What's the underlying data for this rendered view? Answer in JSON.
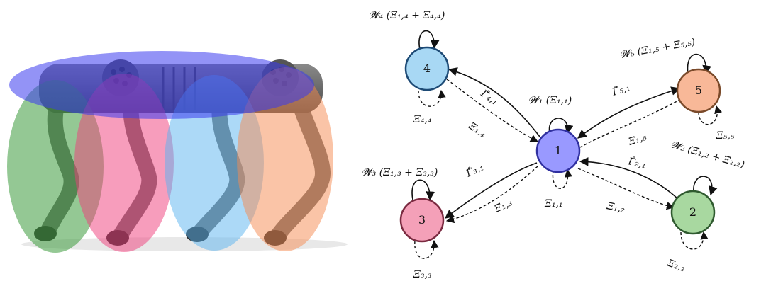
{
  "diagram": {
    "nodes": [
      {
        "id": "1",
        "label": "1",
        "fill": "#9999ff",
        "stroke": "#3030a0"
      },
      {
        "id": "2",
        "label": "2",
        "fill": "#a8d8a0",
        "stroke": "#2f5a2f"
      },
      {
        "id": "3",
        "label": "3",
        "fill": "#f4a0b8",
        "stroke": "#7a2a40"
      },
      {
        "id": "4",
        "label": "4",
        "fill": "#a8d8f4",
        "stroke": "#1d4a75"
      },
      {
        "id": "5",
        "label": "5",
        "fill": "#f8b898",
        "stroke": "#7a4a2a"
      }
    ],
    "labels": {
      "w1": "𝓦₁ (Ξ₁,₁)",
      "w2": "𝓦₂ (Ξ₁,₂ + Ξ₂,₂)",
      "w3": "𝓦₃ (Ξ₁,₃ + Ξ₃,₃)",
      "w4": "𝓦₄ (Ξ₁,₄ + Ξ₄,₄)",
      "w5": "𝓦₅ (Ξ₁,₅ + Ξ₅,₅)",
      "gamma41": "Γ̊₄,₁",
      "gamma51": "Γ̊₅,₁",
      "gamma31": "Γ̊₃,₁",
      "gamma21": "Γ̊₂,₁",
      "xi14": "Ξ₁,₄",
      "xi15": "Ξ₁,₅",
      "xi13": "Ξ₁,₃",
      "xi12": "Ξ₁,₂",
      "xi11": "Ξ₁,₁",
      "xi44": "Ξ₄,₄",
      "xi55": "Ξ₅,₅",
      "xi33": "Ξ₃,₃",
      "xi22": "Ξ₂,₂"
    }
  },
  "robot": {
    "groups": [
      {
        "name": "body",
        "color": "#5555ee"
      },
      {
        "name": "leg-1",
        "color": "#6fbf6f"
      },
      {
        "name": "leg-2",
        "color": "#f2608f"
      },
      {
        "name": "leg-3",
        "color": "#6fbbf0"
      },
      {
        "name": "leg-4",
        "color": "#f5a070"
      }
    ]
  }
}
